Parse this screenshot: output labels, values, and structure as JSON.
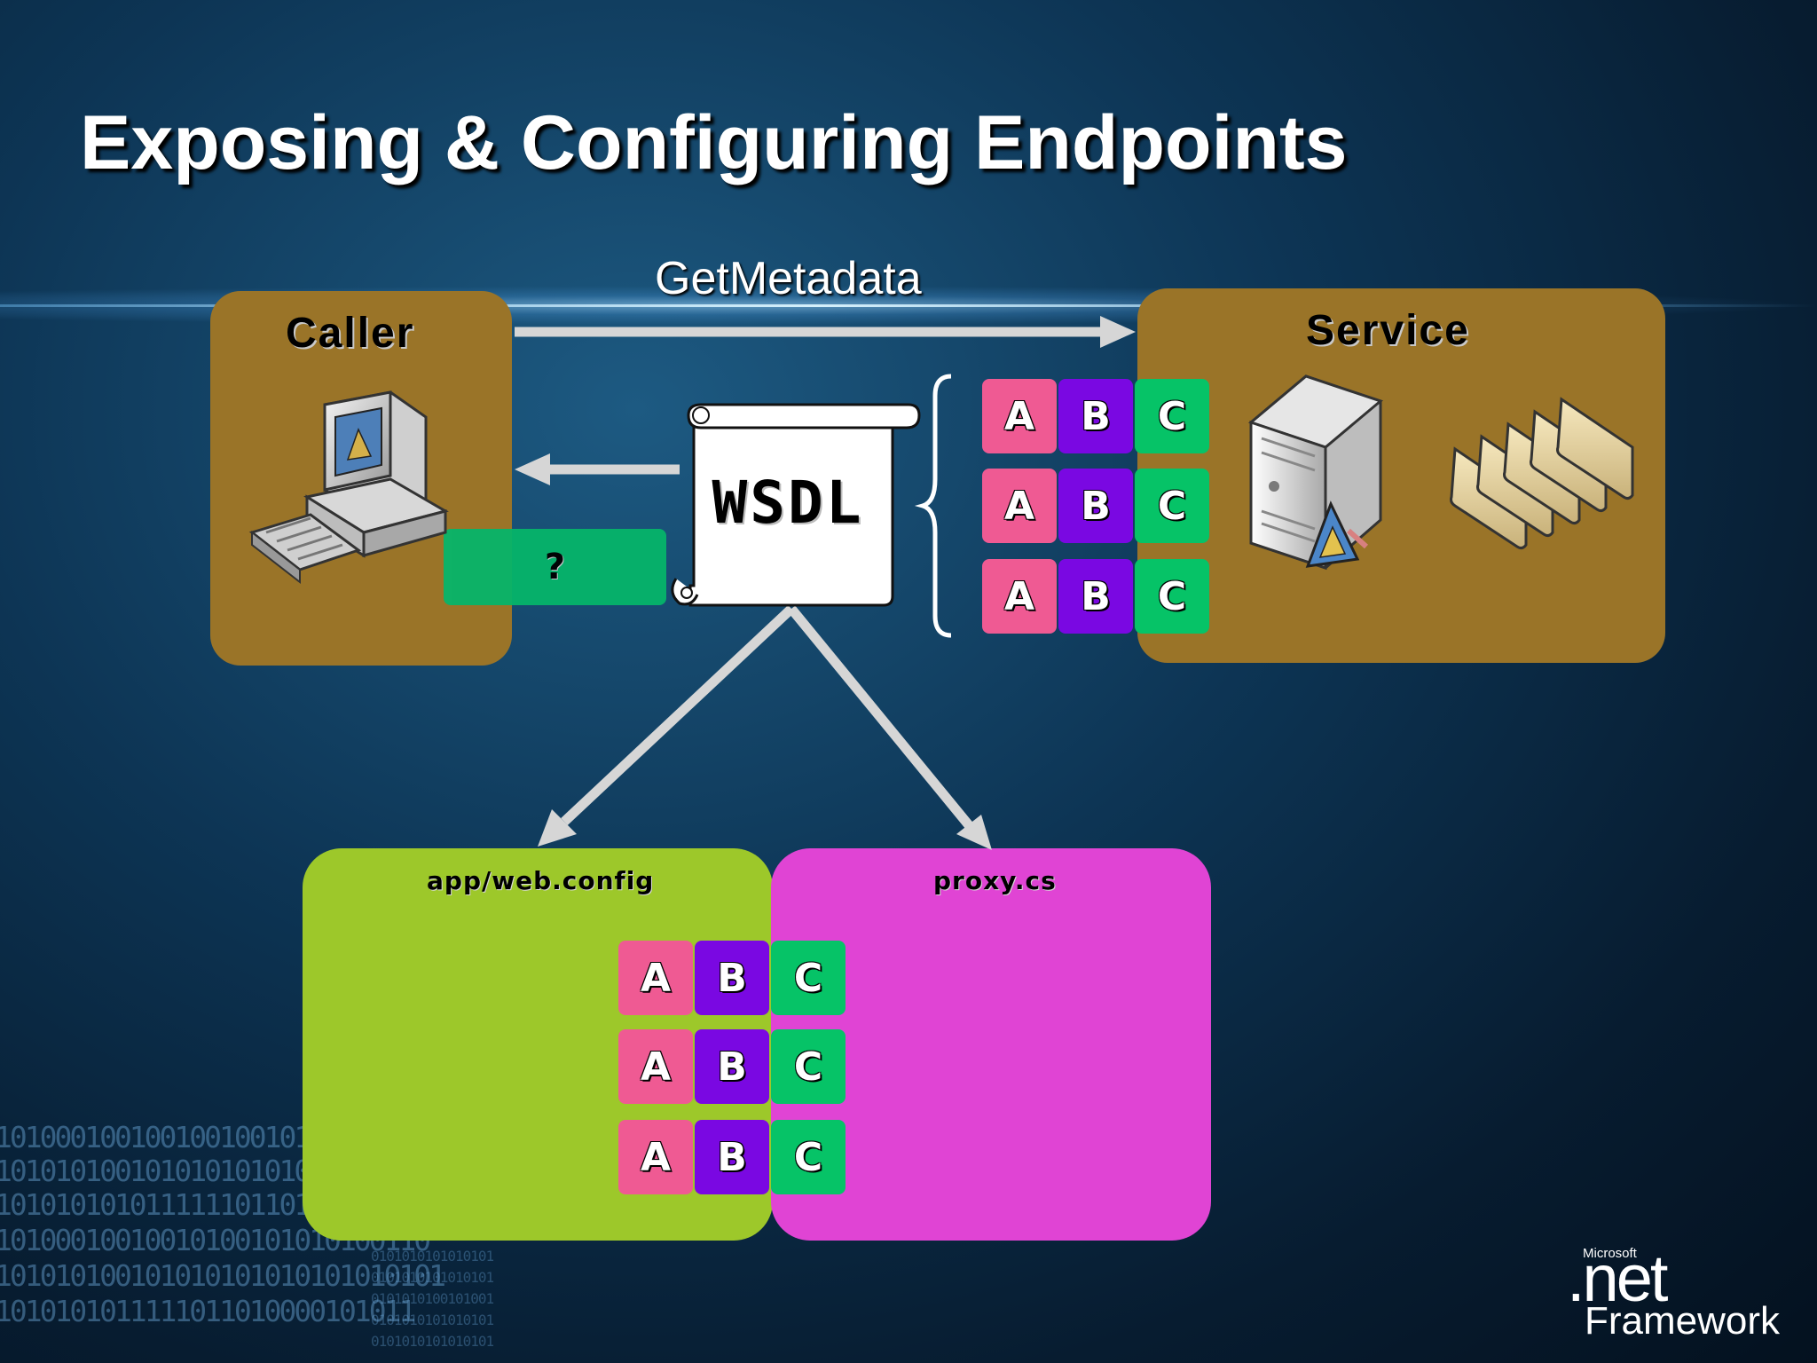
{
  "slide": {
    "title": "Exposing & Configuring Endpoints"
  },
  "diagram": {
    "message_label": "GetMetadata",
    "caller": {
      "label": "Caller"
    },
    "service": {
      "label": "Service"
    },
    "document": {
      "label": "WSDL"
    },
    "unknown_endpoint": {
      "label": "?"
    },
    "config_file": {
      "label": "app/web.config"
    },
    "proxy_file": {
      "label": "proxy.cs"
    },
    "service_endpoints": [
      {
        "a": "A",
        "b": "B",
        "c": "C"
      },
      {
        "a": "A",
        "b": "B",
        "c": "C"
      },
      {
        "a": "A",
        "b": "B",
        "c": "C"
      }
    ],
    "generated_endpoints": [
      {
        "a": "A",
        "b": "B",
        "c": "C"
      },
      {
        "a": "A",
        "b": "B",
        "c": "C"
      },
      {
        "a": "A",
        "b": "B",
        "c": "C"
      }
    ]
  },
  "branding": {
    "company": "Microsoft",
    "product": ".net",
    "product_suffix": "Framework"
  },
  "colors": {
    "address_tile": "#ef5a93",
    "binding_tile": "#7a08e2",
    "contract_tile": "#06c367",
    "caller_service_box": "#9a7428",
    "config_box": "#9dc82a",
    "proxy_box": "#e044d4"
  }
}
